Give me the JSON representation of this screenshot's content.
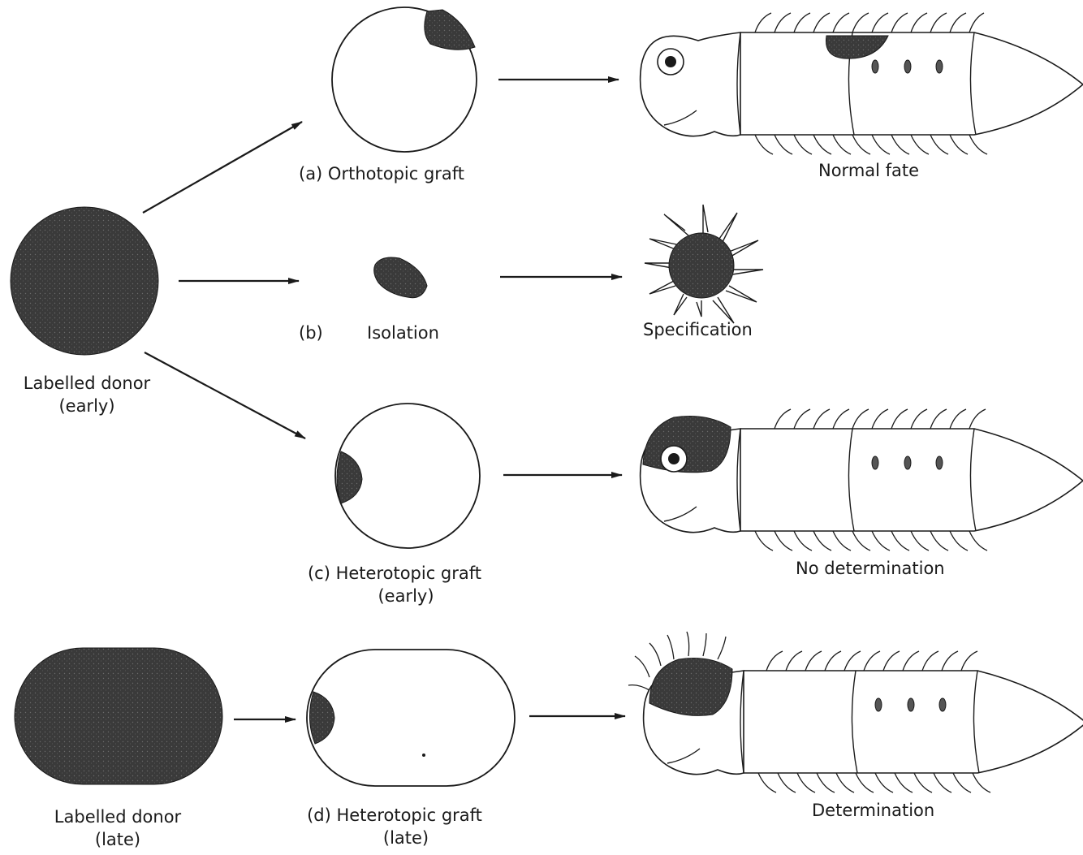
{
  "labels": {
    "donor_early": [
      "Labelled donor",
      "(early)"
    ],
    "donor_late": [
      "Labelled donor",
      "(late)"
    ],
    "panel_a": "(a)  Orthotopic graft",
    "panel_b_letter": "(b)",
    "panel_b_text": "Isolation",
    "panel_c": [
      "(c) Heterotopic graft",
      "(early)"
    ],
    "panel_d": [
      "(d) Heterotopic graft",
      "(late)"
    ],
    "outcome_a": "Normal fate",
    "outcome_b": "Specification",
    "outcome_c": "No determination",
    "outcome_d": "Determination"
  },
  "colors": {
    "ink": "#1a1a1a",
    "labelled_tissue": "#3c3c3c",
    "background": "#ffffff"
  }
}
